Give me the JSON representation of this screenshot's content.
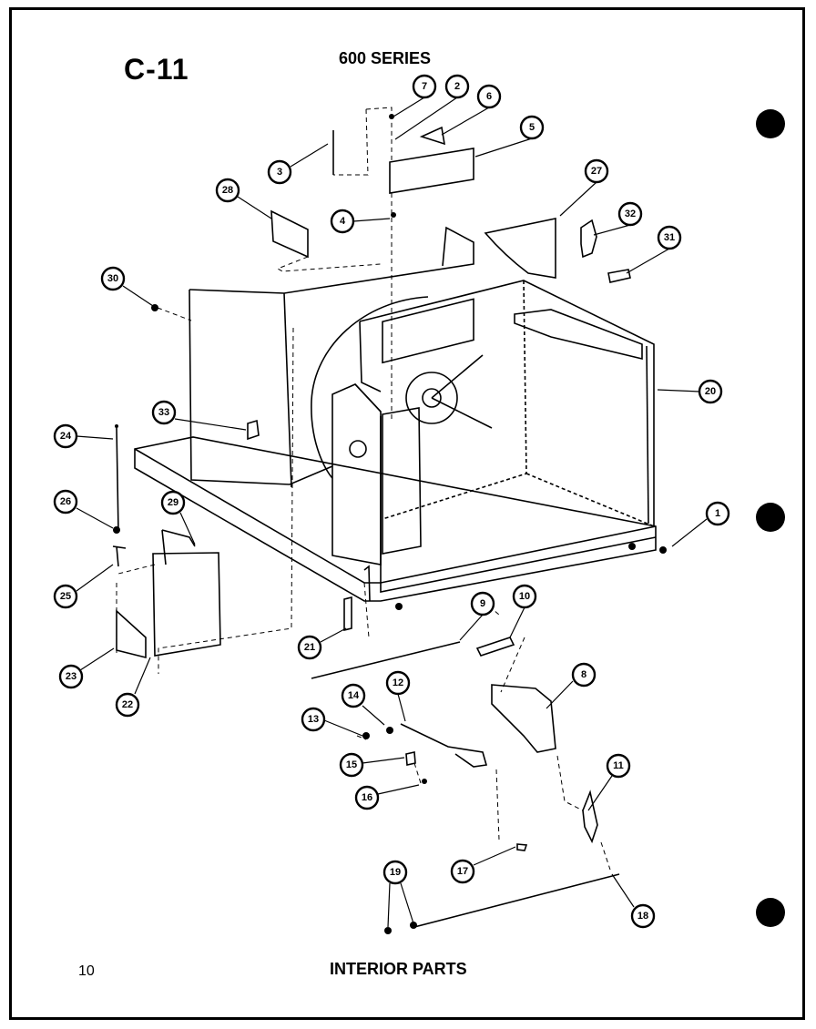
{
  "header": {
    "code": "C-11",
    "series": "600 SERIES"
  },
  "footer": {
    "page_number": "10",
    "caption": "INTERIOR PARTS"
  },
  "callouts": [
    "1",
    "2",
    "3",
    "4",
    "5",
    "6",
    "7",
    "8",
    "9",
    "10",
    "11",
    "12",
    "13",
    "14",
    "15",
    "16",
    "17",
    "18",
    "19",
    "20",
    "21",
    "22",
    "23",
    "24",
    "25",
    "26",
    "27",
    "28",
    "29",
    "30",
    "31",
    "32",
    "33",
    "26",
    "28"
  ]
}
